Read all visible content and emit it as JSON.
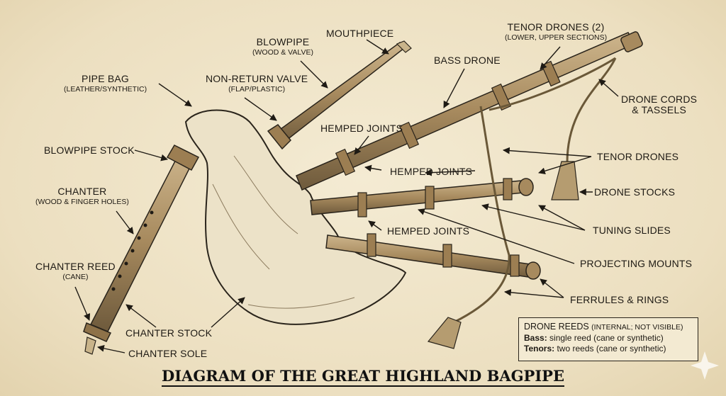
{
  "title": "DIAGRAM OF THE GREAT HIGHLAND BAGPIPE",
  "labels": {
    "mouthpiece": "MOUTHPIECE",
    "blowpipe": "BLOWPIPE",
    "blowpipe_sub": "(WOOD & VALVE)",
    "tenor_drones_top": "TENOR DRONES (2)",
    "tenor_drones_top_sub": "(LOWER, UPPER SECTIONS)",
    "bass_drone": "BASS DRONE",
    "pipe_bag": "PIPE BAG",
    "pipe_bag_sub": "(LEATHER/SYNTHETIC)",
    "non_return_valve": "NON-RETURN VALVE",
    "non_return_valve_sub": "(FLAP/PLASTIC)",
    "drone_cords": "DRONE CORDS",
    "drone_cords_2": "& TASSELS",
    "hemped_joints_1": "HEMPED JOINTS",
    "blowpipe_stock": "BLOWPIPE STOCK",
    "tenor_drones": "TENOR DRONES",
    "hemped_joints_2": "HEMPED JOINTS",
    "chanter": "CHANTER",
    "chanter_sub": "(WOOD & FINGER HOLES)",
    "drone_stocks": "DRONE STOCKS",
    "hemped_joints_3": "HEMPED JOINTS",
    "tuning_slides": "TUNING SLIDES",
    "chanter_reed": "CHANTER REED",
    "chanter_reed_sub": "(CANE)",
    "projecting_mounts": "PROJECTING MOUNTS",
    "ferrules_rings": "FERRULES & RINGS",
    "chanter_stock": "CHANTER STOCK",
    "chanter_sole": "CHANTER SOLE"
  },
  "reeds_box": {
    "heading": "DRONE REEDS",
    "heading_note": "(INTERNAL; NOT VISIBLE)",
    "bass_label": "Bass:",
    "bass_text": "single reed (cane or synthetic)",
    "tenors_label": "Tenors:",
    "tenors_text": "two reeds (cane or synthetic)"
  }
}
